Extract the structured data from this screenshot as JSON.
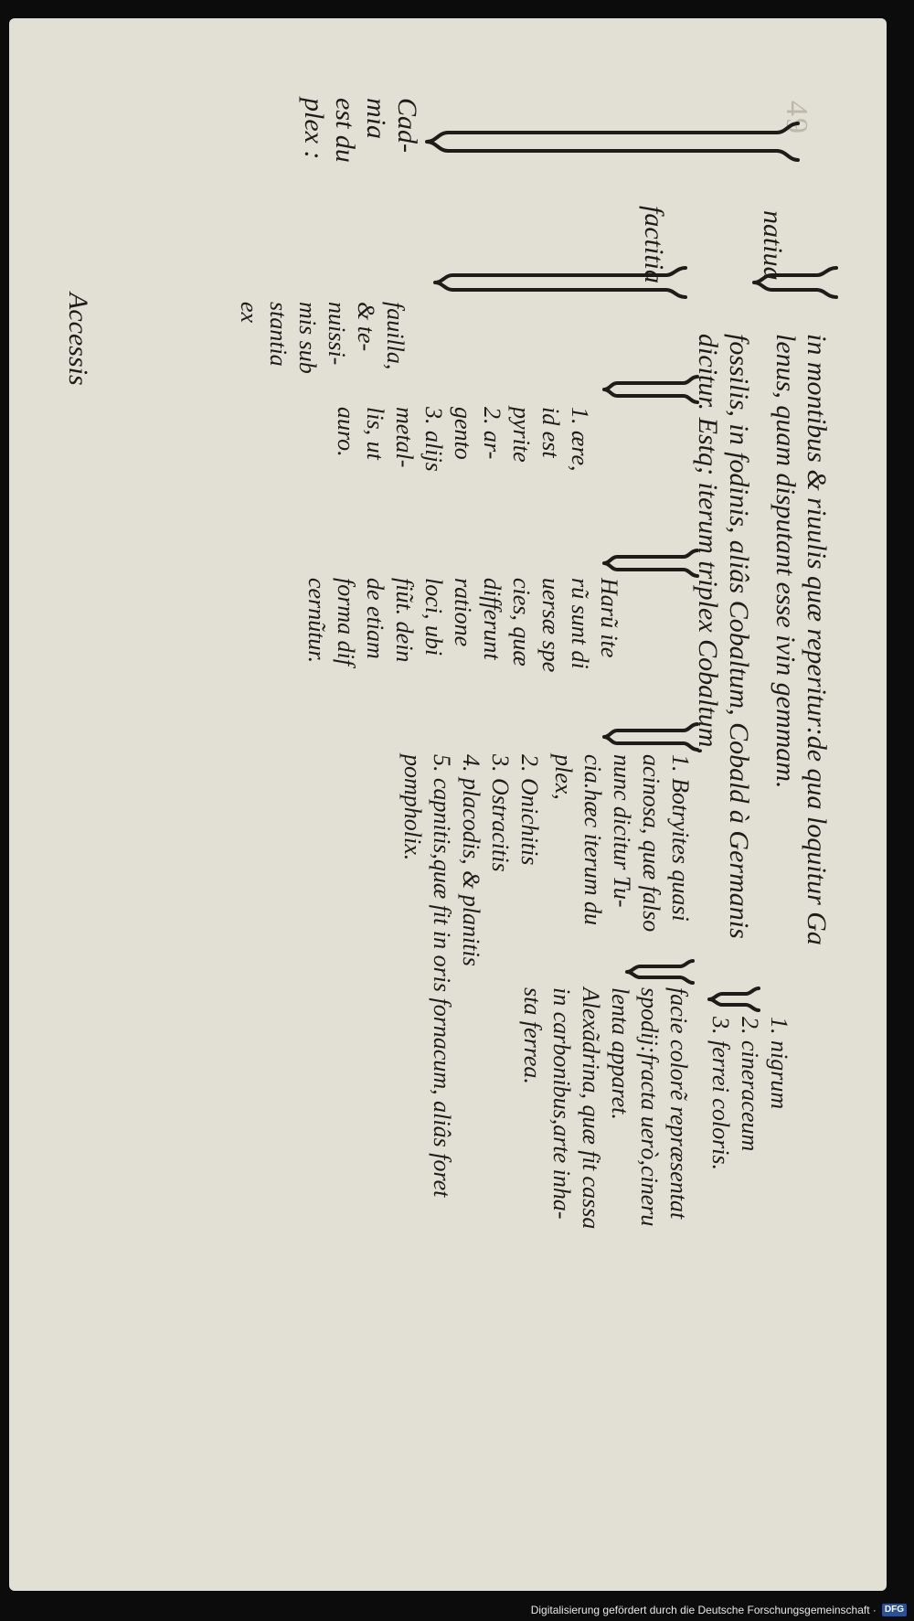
{
  "root": {
    "lines": [
      "Cad-",
      "mia",
      "est du",
      "plex :"
    ]
  },
  "nativa": {
    "label": "natiua",
    "a": {
      "lines": [
        "in montibus & riuulis quæ reperitur:de qua loquitur Ga",
        "lenus, quam disputant esse ivin gemmam."
      ]
    },
    "b": {
      "lines": [
        "fossilis, in fodinis, aliâs Cobaltum, Cobald à Germanis",
        "dicitur. Estq; iterum triplex Cobaltum,"
      ]
    },
    "cobaltum_types": {
      "lines": [
        "1. nigrum",
        "2. cineraceum",
        "3. ferrei coloris."
      ]
    }
  },
  "factitia": {
    "label": "factitia",
    "source": {
      "lines": [
        "fauilla,",
        "& te-",
        "nuissi-",
        "mis sub",
        "stantia",
        "ex"
      ]
    },
    "origins": {
      "lines1": [
        "1. ære,",
        "id est",
        "pyrite"
      ],
      "lines2": [
        "2. ar-",
        "gento"
      ],
      "lines3": [
        "3. alijs",
        "metal-",
        "lis, ut",
        "auro."
      ]
    },
    "varieties": {
      "lines": [
        "Harũ ite",
        "rũ sunt di",
        "uersæ spe",
        "cies, quæ",
        "differunt",
        "ratione",
        "loci, ubi",
        "fiũt. dein",
        "de etiam",
        "forma dif",
        "cernũtur."
      ]
    },
    "species": {
      "botryites": {
        "lines": [
          "1. Botryites quasi",
          "acinosa, quæ falso",
          "nunc dicitur Tu-",
          "cia.hæc iterum du",
          "plex,"
        ]
      },
      "botryites_sub": {
        "lines": [
          "facie colorẽ repræsentat",
          "spodij:fracta uerò,cineru",
          "lenta apparet.",
          "Alexãdrina, quæ fit cassa",
          "in carbonibus,arte inha-",
          "sta ferrea."
        ]
      },
      "rest": {
        "lines": [
          "2. Onichitis",
          "3. Ostracitis",
          "4. placodis, & planitis",
          "5. capnitis,quæ fit in oris fornacum, aliâs foret",
          "pompholix."
        ]
      }
    }
  },
  "catchword": "Accessis",
  "footer": {
    "credit": "Digitalisierung gefördert durch die Deutsche Forschungsgemeinschaft ·",
    "logo": "DFG"
  }
}
